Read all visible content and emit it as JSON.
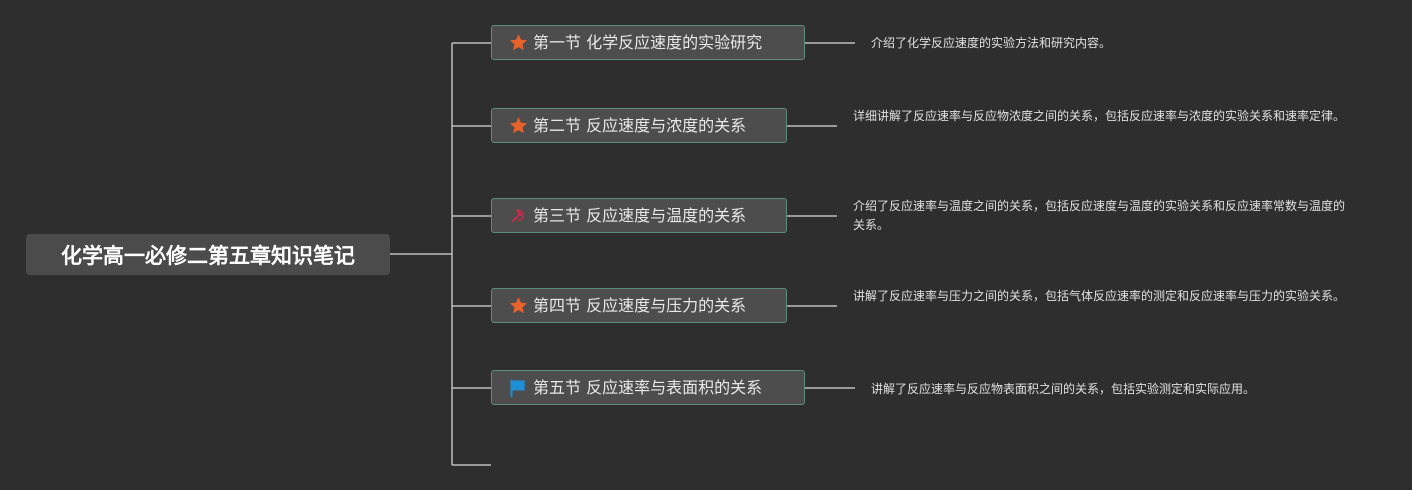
{
  "root": {
    "title": "化学高一必修二第五章知识笔记"
  },
  "branches": [
    {
      "label": "第一节 化学反应速度的实验研究",
      "icon": "star-icon",
      "icon_color": "#e8622c",
      "note": "介绍了化学反应速度的实验方法和研究内容。"
    },
    {
      "label": "第二节 反应速度与浓度的关系",
      "icon": "star-icon",
      "icon_color": "#e8622c",
      "note": "详细讲解了反应速率与反应物浓度之间的关系，包括反应速率与浓度的实验关系和速率定律。"
    },
    {
      "label": "第三节 反应速度与温度的关系",
      "icon": "hammer-sickle-icon",
      "icon_color": "#d2294a",
      "note": "介绍了反应速率与温度之间的关系，包括反应速度与温度的实验关系和反应速率常数与温度的关系。"
    },
    {
      "label": "第四节 反应速度与压力的关系",
      "icon": "star-icon",
      "icon_color": "#e8622c",
      "note": "讲解了反应速率与压力之间的关系，包括气体反应速率的测定和反应速率与压力的实验关系。"
    },
    {
      "label": "第五节 反应速率与表面积的关系",
      "icon": "flag-icon",
      "icon_color": "#1e8fd6",
      "note": "讲解了反应速率与反应物表面积之间的关系，包括实验测定和实际应用。"
    }
  ]
}
